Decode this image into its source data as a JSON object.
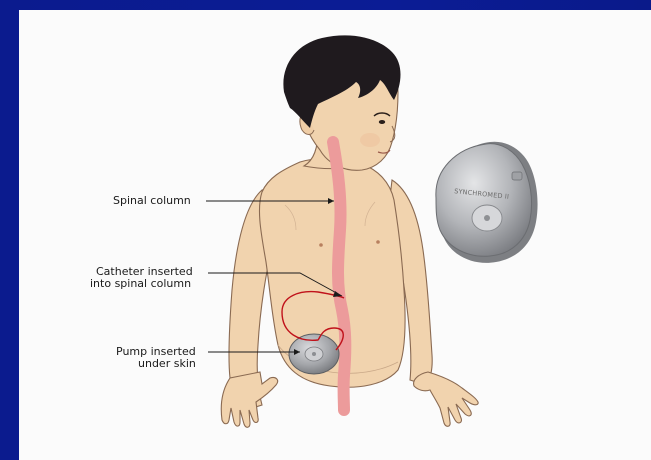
{
  "labels": {
    "spinal_column": "Spinal column",
    "catheter_line1": "Catheter inserted",
    "catheter_line2": "into spinal column",
    "pump_line1": "Pump inserted",
    "pump_line2": "under skin"
  },
  "device_label": "SYNCHROMED II",
  "colors": {
    "frame_blue": "#0b1b8e",
    "panel": "#fbfbfb",
    "skin": "#f1d3ae",
    "skin_outline": "#8a6a52",
    "hair": "#1f1a1e",
    "spine": "#ec9b9b",
    "catheter": "#c0121b",
    "device": "#9a9ca0"
  },
  "icons": [
    "child-figure",
    "spinal-column-graphic",
    "catheter-line",
    "implanted-pump",
    "synchromed-pump-device"
  ]
}
